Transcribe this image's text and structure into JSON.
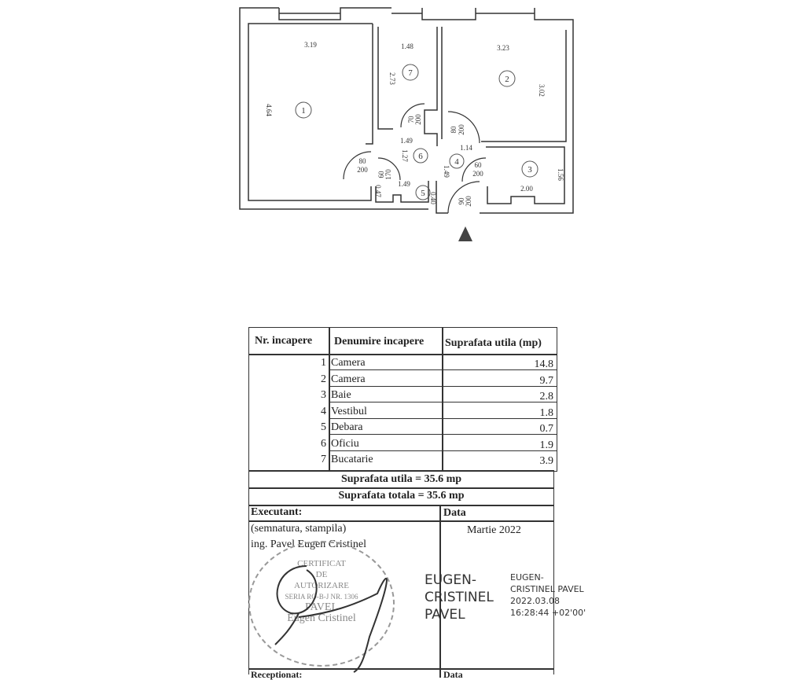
{
  "plan": {
    "rooms": [
      {
        "no": "1",
        "width": "3.19",
        "length": "4.64"
      },
      {
        "no": "2",
        "width": "3.23",
        "length": "3.02"
      },
      {
        "no": "3",
        "width": "2.00",
        "length": "1.56"
      },
      {
        "no": "4",
        "width": "1.14",
        "length": "1.49"
      },
      {
        "no": "5",
        "width": "1.49",
        "length": "0.40"
      },
      {
        "no": "6",
        "width": "1.49",
        "length": "1.27"
      },
      {
        "no": "7",
        "width": "1.48",
        "length": "2.73"
      }
    ],
    "doors": [
      {
        "w": "70",
        "h": "200"
      },
      {
        "w": "80",
        "h": "200"
      },
      {
        "w": "80",
        "h": "200"
      },
      {
        "w": "60",
        "h": "170"
      },
      {
        "w": "60",
        "h": "200"
      },
      {
        "w": "90",
        "h": "200"
      }
    ],
    "extra_dim": "0.47"
  },
  "table": {
    "headers": [
      "Nr. incapere",
      "Denumire incapere",
      "Suprafata utila (mp)"
    ],
    "rows": [
      {
        "nr": "1",
        "name": "Camera",
        "area": "14.8"
      },
      {
        "nr": "2",
        "name": "Camera",
        "area": "9.7"
      },
      {
        "nr": "3",
        "name": "Baie",
        "area": "2.8"
      },
      {
        "nr": "4",
        "name": "Vestibul",
        "area": "1.8"
      },
      {
        "nr": "5",
        "name": "Debara",
        "area": "0.7"
      },
      {
        "nr": "6",
        "name": "Oficiu",
        "area": "1.9"
      },
      {
        "nr": "7",
        "name": "Bucatarie",
        "area": "3.9"
      }
    ],
    "useful_total": "Suprafata utila = 35.6 mp",
    "total": "Suprafata totala = 35.6 mp"
  },
  "executant": {
    "label": "Executant:",
    "date_label": "Data",
    "sign_note": "(semnatura, stampila)",
    "engineer": "ing. Pavel Eugen Cristinel",
    "date": "Martie 2022",
    "stamp_lines": [
      "CERTIFICAT",
      "DE",
      "AUTORIZARE",
      "SERIA RO-B-J NR. 1306",
      "PAVEL",
      "Eugen Cristinel"
    ],
    "digital_sig_name": [
      "EUGEN-",
      "CRISTINEL",
      "PAVEL"
    ],
    "digital_sig_detail": [
      "EUGEN-",
      "CRISTINEL PAVEL",
      "2022.03.08",
      "16:28:44 +02'00'"
    ],
    "next_label_left": "Receptionat:",
    "next_label_right": "Data"
  }
}
